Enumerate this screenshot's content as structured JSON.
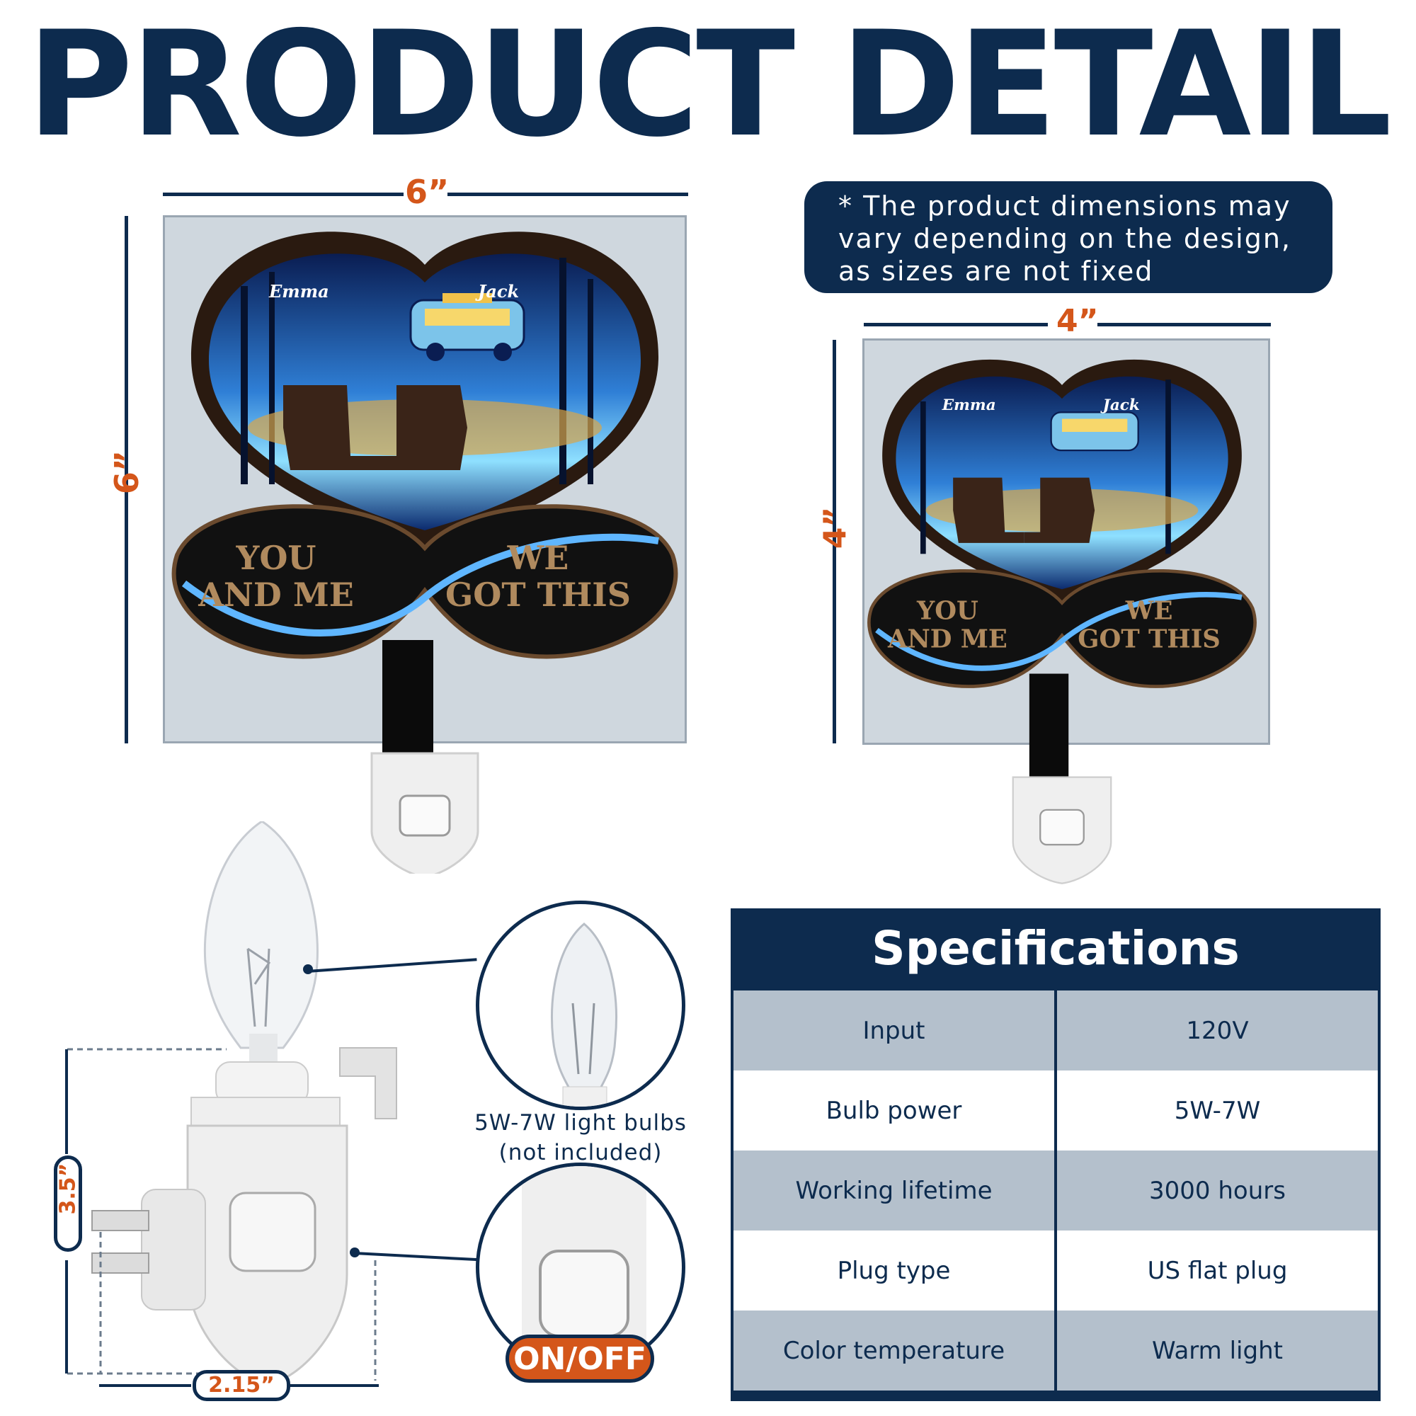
{
  "title": "PRODUCT DETAIL",
  "note": {
    "line1": "* The product dimensions may",
    "line2": "vary depending on the design,",
    "line3": "as sizes are not fixed"
  },
  "large": {
    "width_label": "6”",
    "height_label": "6”"
  },
  "small": {
    "width_label": "4”",
    "height_label": "4”"
  },
  "artwork": {
    "name_left": "Emma",
    "name_right": "Jack",
    "text_left_1": "YOU",
    "text_left_2": "AND ME",
    "text_right_1": "WE",
    "text_right_2": "GOT THIS"
  },
  "bulb": {
    "caption_1": "5W-7W light bulbs",
    "caption_2": "(not included)",
    "switch_label": "ON/OFF",
    "height_label": "3.5”",
    "width_label": "2.15”"
  },
  "specs": {
    "heading": "Specifications",
    "rows": [
      {
        "label": "Input",
        "value": "120V"
      },
      {
        "label": "Bulb power",
        "value": "5W-7W"
      },
      {
        "label": "Working lifetime",
        "value": "3000 hours"
      },
      {
        "label": "Plug type",
        "value": "US flat plug"
      },
      {
        "label": "Color temperature",
        "value": "Warm light"
      }
    ]
  },
  "colors": {
    "navy": "#0d2b4e",
    "orange": "#d4561a",
    "panel": "#cfd7de",
    "row_shade": "#b4c0cc"
  }
}
